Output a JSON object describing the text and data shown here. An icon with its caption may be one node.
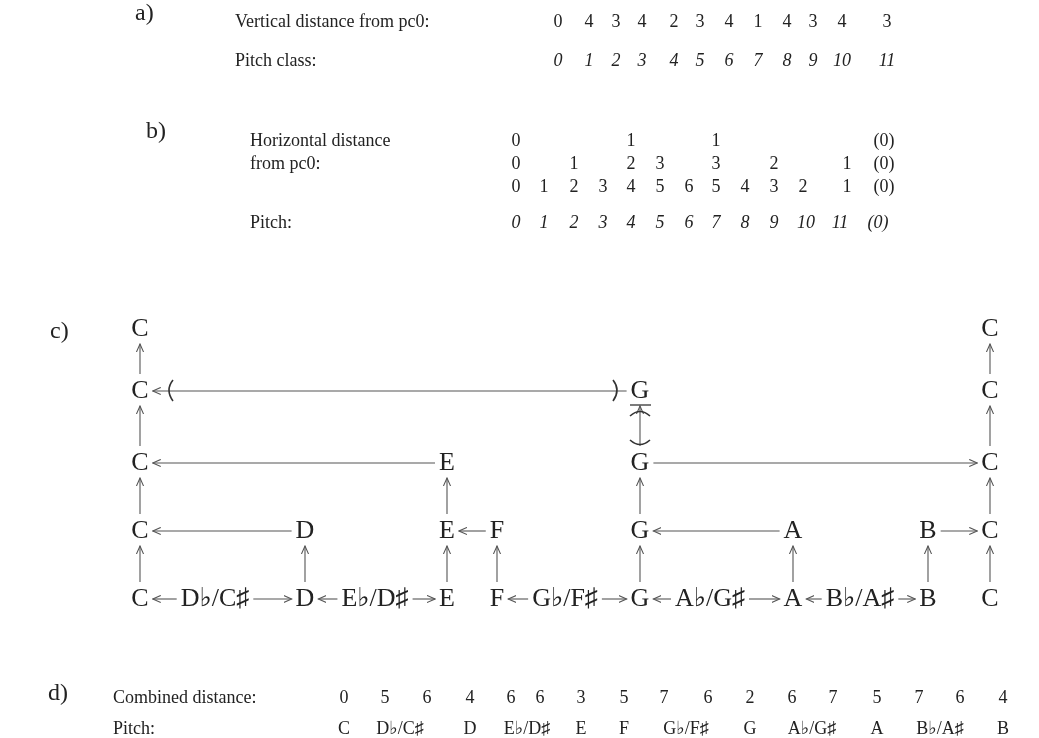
{
  "diagram": {
    "nodes": [
      {
        "text": [
          "C"
        ]
      },
      {
        "text": [
          "C"
        ]
      },
      {
        "text": [
          "C"
        ]
      },
      {
        "text": [
          "G"
        ]
      },
      {
        "text": [
          "C"
        ]
      },
      {
        "text": [
          "C"
        ]
      },
      {
        "text": [
          "E"
        ]
      },
      {
        "text": [
          "G"
        ]
      },
      {
        "text": [
          "C"
        ]
      },
      {
        "text": [
          "C"
        ]
      },
      {
        "text": [
          "D"
        ]
      },
      {
        "text": [
          "E"
        ]
      },
      {
        "text": [
          "F"
        ]
      },
      {
        "text": [
          "G"
        ]
      },
      {
        "text": [
          "A"
        ]
      },
      {
        "text": [
          "B"
        ]
      },
      {
        "text": [
          "C"
        ]
      },
      {
        "text": [
          "C"
        ]
      },
      {
        "text": [
          "D♭/C♯"
        ]
      },
      {
        "text": [
          "D"
        ]
      },
      {
        "text": [
          "E♭/D♯"
        ]
      },
      {
        "text": [
          "E"
        ]
      },
      {
        "text": [
          "F"
        ]
      },
      {
        "text": [
          "G♭/F♯"
        ]
      },
      {
        "text": [
          "G"
        ]
      },
      {
        "text": [
          "A♭/G♯"
        ]
      },
      {
        "text": [
          "A"
        ]
      },
      {
        "text": [
          "B♭/A♯"
        ]
      },
      {
        "text": [
          "B"
        ]
      },
      {
        "text": [
          "C"
        ]
      }
    ],
    "edges": [
      {
        "from": 17,
        "to": 9,
        "arrow": "to"
      },
      {
        "from": 9,
        "to": 5,
        "arrow": "to"
      },
      {
        "from": 5,
        "to": 2,
        "arrow": "to"
      },
      {
        "from": 2,
        "to": 0,
        "arrow": "to"
      },
      {
        "from": 29,
        "to": 16,
        "arrow": "to"
      },
      {
        "from": 16,
        "to": 8,
        "arrow": "to"
      },
      {
        "from": 8,
        "to": 4,
        "arrow": "to"
      },
      {
        "from": 4,
        "to": 1,
        "arrow": "to"
      },
      {
        "from": 18,
        "to": 17,
        "arrow": "to"
      },
      {
        "from": 18,
        "to": 19,
        "arrow": "to"
      },
      {
        "from": 20,
        "to": 19,
        "arrow": "to"
      },
      {
        "from": 20,
        "to": 21,
        "arrow": "to"
      },
      {
        "from": 23,
        "to": 22,
        "arrow": "to"
      },
      {
        "from": 23,
        "to": 24,
        "arrow": "to"
      },
      {
        "from": 25,
        "to": 24,
        "arrow": "to"
      },
      {
        "from": 25,
        "to": 26,
        "arrow": "to"
      },
      {
        "from": 27,
        "to": 26,
        "arrow": "to"
      },
      {
        "from": 27,
        "to": 28,
        "arrow": "to"
      },
      {
        "from": 19,
        "to": 10,
        "arrow": "to"
      },
      {
        "from": 21,
        "to": 11,
        "arrow": "to"
      },
      {
        "from": 22,
        "to": 12,
        "arrow": "to"
      },
      {
        "from": 24,
        "to": 13,
        "arrow": "to"
      },
      {
        "from": 26,
        "to": 14,
        "arrow": "to"
      },
      {
        "from": 28,
        "to": 15,
        "arrow": "to"
      },
      {
        "from": 10,
        "to": 9,
        "arrow": "to"
      },
      {
        "from": 12,
        "to": 11,
        "arrow": "to"
      },
      {
        "from": 14,
        "to": 13,
        "arrow": "to"
      },
      {
        "from": 15,
        "to": 16,
        "arrow": "to"
      },
      {
        "from": 11,
        "to": 6,
        "arrow": "to"
      },
      {
        "from": 13,
        "to": 7,
        "arrow": "to"
      },
      {
        "from": 6,
        "to": 5,
        "arrow": "to"
      },
      {
        "from": 7,
        "to": 8,
        "arrow": "to"
      },
      {
        "from": 7,
        "to": 3,
        "arrow": "to"
      },
      {
        "from": 3,
        "to": 2,
        "arrow": "to"
      }
    ],
    "labels": [
      "a)",
      "Vertical distance from pc0:",
      "0",
      "4",
      "3",
      "4",
      "2",
      "3",
      "4",
      "1",
      "4",
      "3",
      "4",
      "3",
      "Pitch class:",
      "0",
      "1",
      "2",
      "3",
      "4",
      "5",
      "6",
      "7",
      "8",
      "9",
      "10",
      "11",
      "b)",
      "Horizontal distance",
      "0",
      "1",
      "1",
      "(0)",
      "from pc0:",
      "0",
      "1",
      "2",
      "3",
      "3",
      "2",
      "1",
      "(0)",
      "0",
      "1",
      "2",
      "3",
      "4",
      "5",
      "6",
      "5",
      "4",
      "3",
      "2",
      "1",
      "(0)",
      "Pitch:",
      "0",
      "1",
      "2",
      "3",
      "4",
      "5",
      "6",
      "7",
      "8",
      "9",
      "10",
      "11",
      "(0)",
      "c)",
      "d)",
      "Combined distance:",
      "0",
      "5",
      "6",
      "4",
      "6",
      "6",
      "3",
      "5",
      "7",
      "6",
      "2",
      "6",
      "7",
      "5",
      "7",
      "6",
      "4",
      "Pitch:",
      "C",
      "D♭/C♯",
      "D",
      "E♭/D♯",
      "E",
      "F",
      "G♭/F♯",
      "G",
      "A♭/G♯",
      "A",
      "B♭/A♯",
      "B"
    ]
  }
}
